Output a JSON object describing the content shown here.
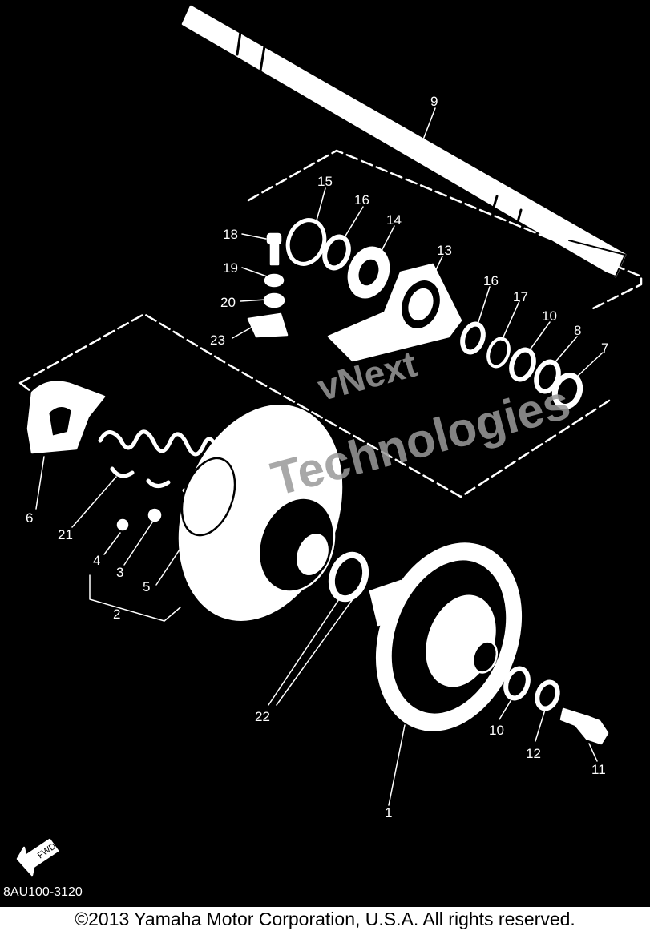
{
  "diagram": {
    "colors": {
      "background": "#000000",
      "line": "#ffffff",
      "watermark": "#9a9a9a"
    },
    "callouts": [
      "1",
      "2",
      "3",
      "4",
      "5",
      "6",
      "7",
      "8",
      "9",
      "10",
      "11",
      "12",
      "13",
      "14",
      "15",
      "16",
      "17",
      "18",
      "19",
      "20",
      "21",
      "22",
      "23"
    ],
    "fwd_label": "FWD",
    "diagram_code": "8AU100-3120"
  },
  "watermark": {
    "line1": "vNext",
    "line2": "Technologies"
  },
  "footer": {
    "copyright": "©2013 Yamaha Motor Corporation, U.S.A. All rights reserved."
  }
}
